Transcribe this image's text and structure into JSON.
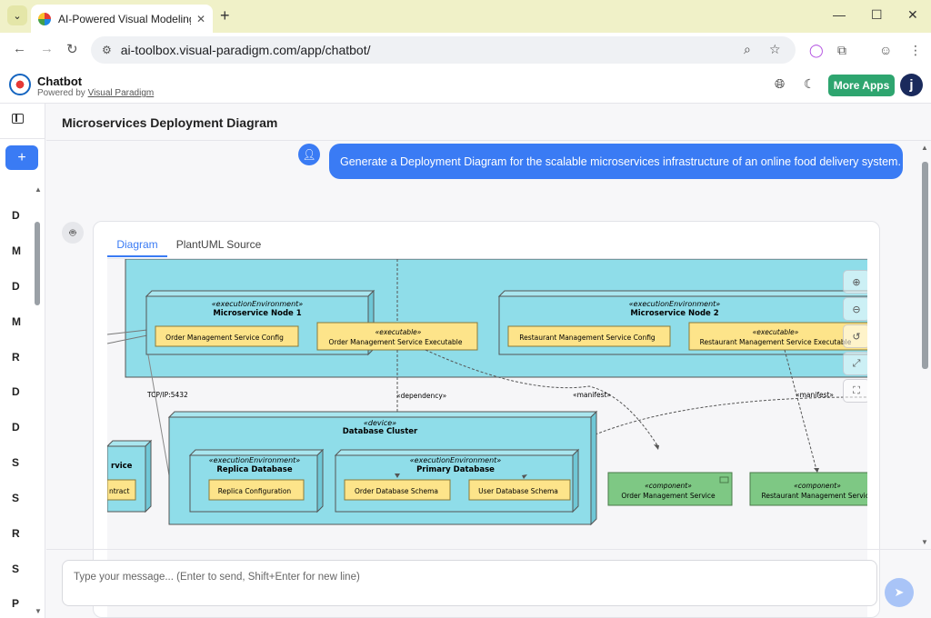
{
  "browser": {
    "tab_title": "AI-Powered Visual Modeling Ch",
    "url": "ai-toolbox.visual-paradigm.com/app/chatbot/"
  },
  "app": {
    "name": "Chatbot",
    "powered_by_prefix": "Powered by",
    "powered_by_link": "Visual Paradigm",
    "more_apps": "More Apps",
    "avatar_letter": "j",
    "brand_color": "#3a7bf4",
    "accent_green": "#2ea56f"
  },
  "sidebar": {
    "new_chat_label": "+",
    "history_initials": [
      "D",
      "M",
      "D",
      "M",
      "R",
      "D",
      "D",
      "S",
      "S",
      "R",
      "S",
      "P"
    ]
  },
  "main": {
    "title": "Microservices Deployment Diagram",
    "user_message": "Generate a Deployment Diagram for the scalable microservices infrastructure of an online food delivery system.",
    "tabs": [
      "Diagram",
      "PlantUML Source"
    ]
  },
  "diagram": {
    "execution_env_stereotype": "«executionEnvironment»",
    "executable_stereotype": "«executable»",
    "component_stereotype": "«component»",
    "device_stereotype": "«device»",
    "node1_name": "Microservice Node 1",
    "node2_name": "Microservice Node 2",
    "order_config": "Order Management Service Config",
    "order_exec": "Order Management Service Executable",
    "restaurant_config": "Restaurant Management Service Config",
    "restaurant_exec": "Restaurant Management Service Executable",
    "db_cluster": "Database Cluster",
    "replica_db": "Replica Database",
    "replica_config": "Replica Configuration",
    "primary_db": "Primary Database",
    "order_schema": "Order Database Schema",
    "user_schema": "User Database Schema",
    "order_component": "Order Management Service",
    "restaurant_component": "Restaurant Management Service",
    "left_partial_title": "rvice",
    "left_partial_artifact": "ntract",
    "tcp_label": "TCP/IP:5432",
    "dependency_label": "«dependency»",
    "manifest_label_1": "«manifest»",
    "manifest_label_2": "«manifest»",
    "node_fill": "#8fdde9",
    "artifact_fill": "#fde48a",
    "component_fill": "#7ec884"
  },
  "composer": {
    "placeholder": "Type your message... (Enter to send, Shift+Enter for new line)"
  }
}
